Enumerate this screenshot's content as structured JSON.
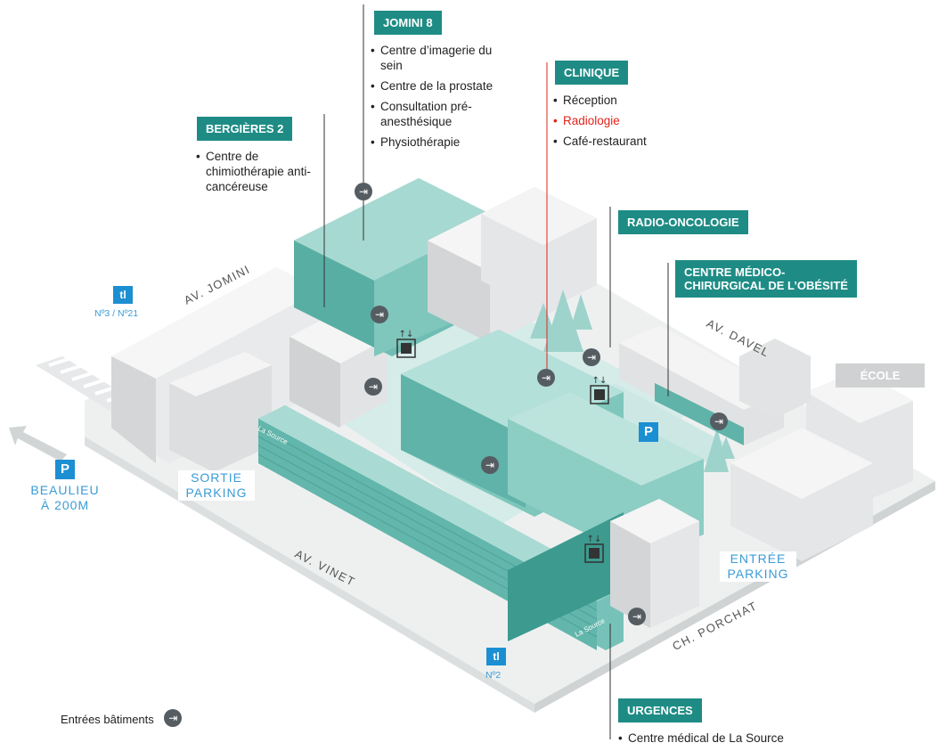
{
  "colors": {
    "teal": "#1e8c85",
    "teal_building": "#8fcfc6",
    "gray_building": "#e4e5e6",
    "blue": "#1b8fd2",
    "red": "#e2231a",
    "icon_dark": "#555d62"
  },
  "buildings": {
    "jomini": {
      "title": "JOMINI 8",
      "items": [
        "Centre d’imagerie du sein",
        "Centre de la prostate",
        "Consultation pré-anesthésique",
        "Physiothérapie"
      ]
    },
    "bergieres": {
      "title": "BERGIÈRES 2",
      "items": [
        "Centre de chimiothérapie anti-cancéreuse"
      ]
    },
    "clinique": {
      "title": "CLINIQUE",
      "items": [
        "Réception",
        "Radiologie",
        "Café-restaurant"
      ],
      "highlighted_item": "Radiologie"
    },
    "radio": {
      "title": "RADIO-ONCOLOGIE"
    },
    "obesite": {
      "title": "CENTRE MÉDICO-\nCHIRURGICAL DE L’OBÉSITÉ"
    },
    "ecole": {
      "title": "ÉCOLE"
    },
    "urgences": {
      "title": "URGENCES",
      "items": [
        "Centre médical de La Source"
      ]
    }
  },
  "streets": {
    "jomini": "AV. JOMINI",
    "davel": "AV. DAVEL",
    "vinet": "AV. VINET",
    "porchat": "CH. PORCHAT"
  },
  "parking": {
    "icon_label": "P",
    "beaulieu": "BEAULIEU\nÀ 200M",
    "sortie": "SORTIE\nPARKING",
    "entree": "ENTRÉE\nPARKING"
  },
  "transit": {
    "icon_label": "tl",
    "stop_top": "Nº3 / Nº21",
    "stop_bottom": "Nº2"
  },
  "signage": "La Source",
  "legend": {
    "label": "Entrées bâtiments"
  },
  "icons": {
    "entry": "entry-icon",
    "elevator": "elevator-icon",
    "parking": "parking-icon",
    "transit": "transit-icon",
    "direction": "arrow-icon"
  }
}
